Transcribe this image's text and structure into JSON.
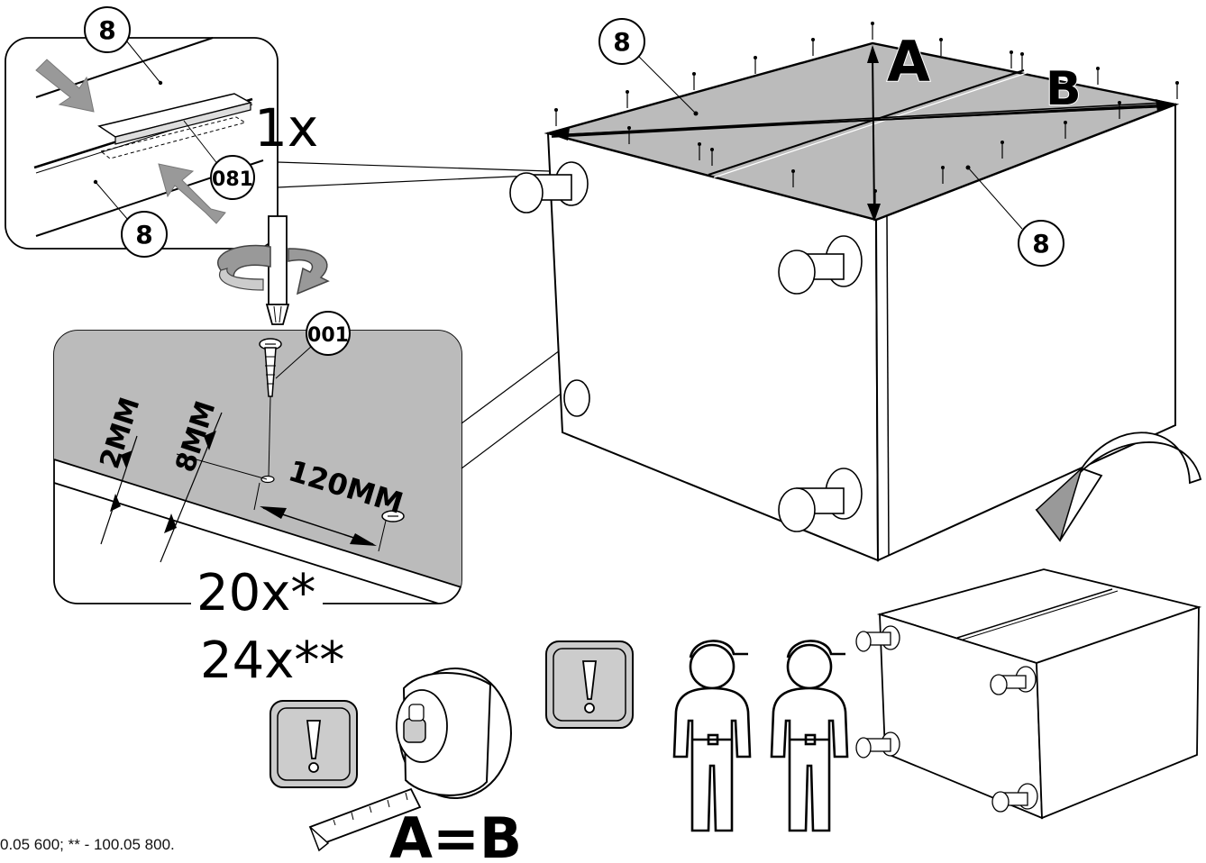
{
  "callouts": {
    "panel_top_a": "8",
    "panel_top_b": "8",
    "panel_top_left": "8",
    "panel_top_right": "8",
    "connector_part": "081",
    "screw_part": "001"
  },
  "quantities": {
    "connector_qty": "1x",
    "screw_qty_a": "20x*",
    "screw_qty_b": "24x**"
  },
  "dimensions": {
    "edge_offset": "2MM",
    "row_offset": "8MM",
    "spacing": "120MM"
  },
  "diagonals": {
    "a_label": "A",
    "b_label": "B",
    "equality": "A=B"
  },
  "warnings": {
    "measure_icon": "warning-exclamation",
    "two_people_icon": "warning-exclamation"
  },
  "footnote": "0.05 600;  ** - 100.05 800."
}
